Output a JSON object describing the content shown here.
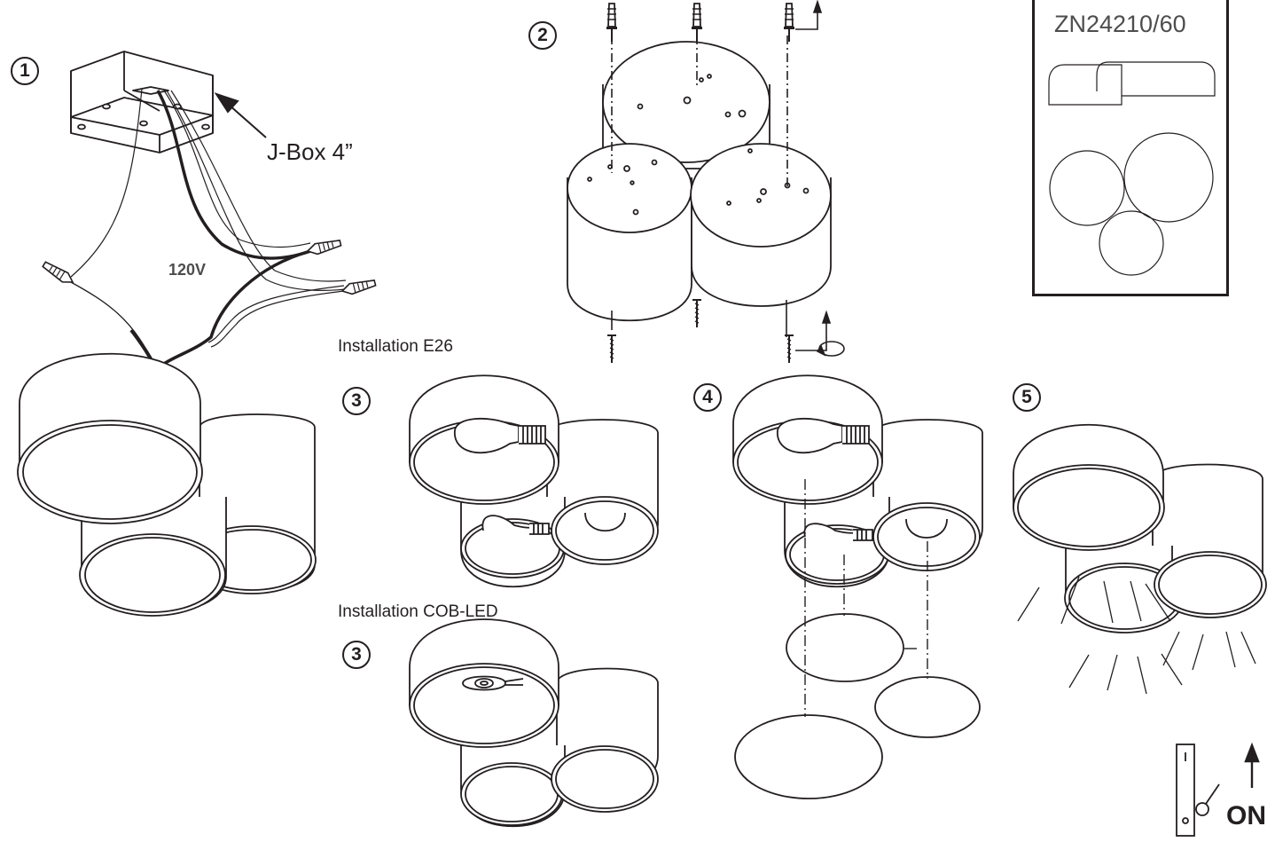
{
  "steps": {
    "s1": "1",
    "s2": "2",
    "s3a": "3",
    "s3b": "3",
    "s4": "4",
    "s5": "5"
  },
  "labels": {
    "jbox": "J-Box 4”",
    "voltage": "120V",
    "install_e26": "Installation E26",
    "install_cob": "Installation COB-LED",
    "on": "ON"
  },
  "model": {
    "code": "ZN24210/60"
  },
  "icons": [
    "wire-nut-icon",
    "screw-icon",
    "wall-anchor-icon",
    "rotate-arrow-icon",
    "light-switch-icon",
    "up-arrow-icon"
  ],
  "colors": {
    "line": "#231f20",
    "text_grey": "#4d4d4d",
    "background": "#ffffff"
  }
}
